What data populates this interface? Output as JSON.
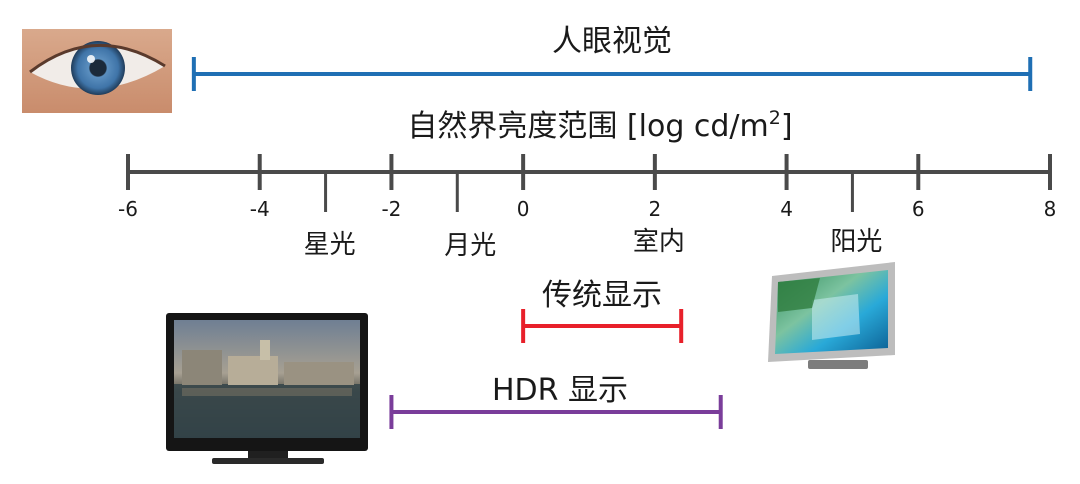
{
  "human_vision": {
    "label": "人眼视觉",
    "range": [
      -5.0,
      7.7
    ],
    "color": "#1f6fb4"
  },
  "axis": {
    "title_prefix": "自然界亮度范围 [log cd/m",
    "title_sup": "2",
    "title_suffix": "]",
    "min": -6,
    "max": 8,
    "major_ticks": [
      -6,
      -4,
      -2,
      0,
      2,
      4,
      6,
      8
    ],
    "tick_labels": [
      "-6",
      "-4",
      "-2",
      "0",
      "2",
      "4",
      "6",
      "8"
    ],
    "minor_ticks": [
      -3,
      -1,
      5
    ],
    "color": "#4a4a4a"
  },
  "references": [
    {
      "label": "星光",
      "value": -3
    },
    {
      "label": "月光",
      "value": -1
    },
    {
      "label": "室内",
      "value": 2
    },
    {
      "label": "阳光",
      "value": 5
    }
  ],
  "traditional_display": {
    "label": "传统显示",
    "range": [
      0,
      2.4
    ],
    "color": "#e8202a"
  },
  "hdr_display": {
    "label": "HDR 显示",
    "range": [
      -2,
      3
    ],
    "color": "#7a3d9a"
  },
  "icons": {
    "eye": "eye-photo",
    "hdr_tv": "hdr-tv-photo",
    "traditional_tv": "traditional-tv-photo"
  }
}
